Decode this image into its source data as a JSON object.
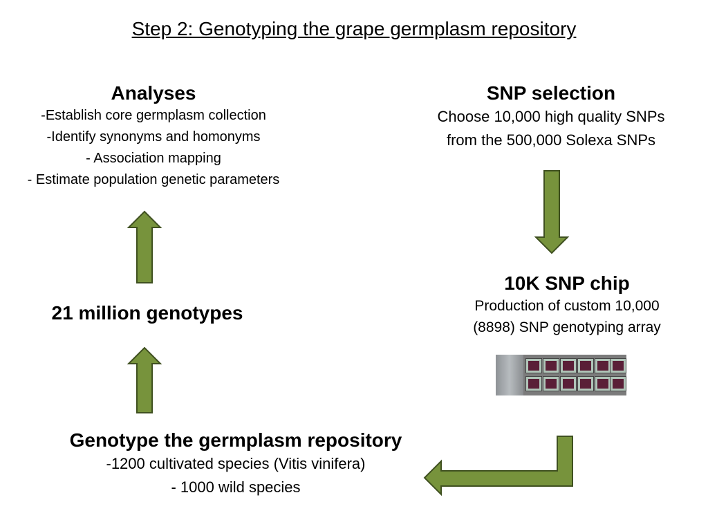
{
  "title": "Step 2: Genotyping the grape germplasm repository",
  "analyses": {
    "heading": "Analyses",
    "items": [
      "-Establish core germplasm collection",
      "-Identify synonyms and homonyms",
      "- Association mapping",
      "- Estimate population genetic parameters"
    ]
  },
  "snp_selection": {
    "heading": "SNP selection",
    "lines": [
      "Choose 10,000 high quality SNPs",
      "from the 500,000 Solexa SNPs"
    ]
  },
  "snp_chip": {
    "heading": "10K SNP chip",
    "lines": [
      "Production of custom 10,000",
      "(8898) SNP genotyping array"
    ]
  },
  "genotypes": {
    "heading": "21 million genotypes"
  },
  "repository": {
    "heading": "Genotype the germplasm repository",
    "lines": [
      "-1200 cultivated species (Vitis vinifera)",
      "- 1000 wild species"
    ]
  },
  "colors": {
    "arrow_fill": "#77933c",
    "arrow_stroke": "#3f5020"
  }
}
